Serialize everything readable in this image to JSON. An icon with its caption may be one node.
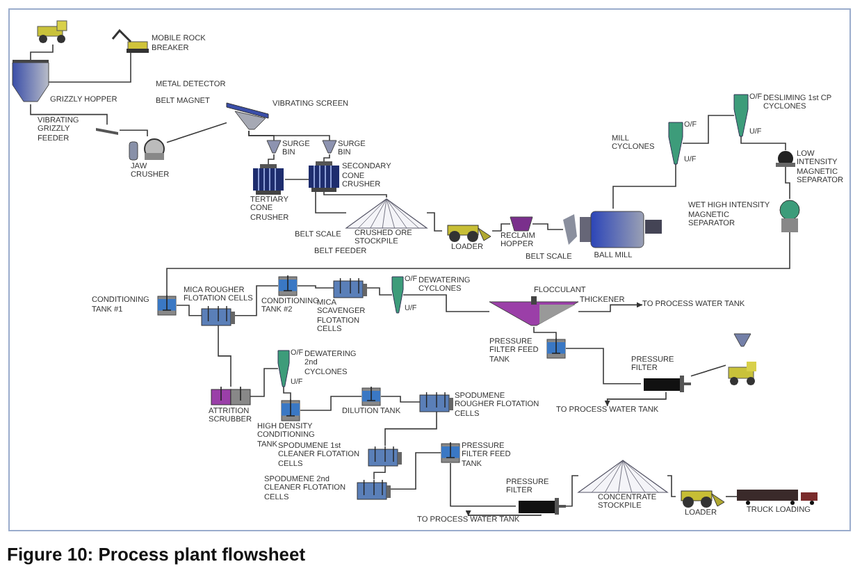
{
  "diagram": {
    "caption": "Figure 10: Process plant flowsheet",
    "nodes": [
      {
        "text": [],
        "shape": "picture"
      },
      {
        "text": [
          "MOBILE ROCK BREAKER"
        ]
      },
      {
        "text": [
          "GRIZZLY HOPPER"
        ]
      },
      {
        "text": [
          "VIBRATING GRIZZLY FEEDER"
        ]
      },
      {
        "text": [
          "JAW CRUSHER"
        ]
      },
      {
        "text": [
          "VIBRATING SCREEN"
        ]
      },
      {
        "text": [
          "SURGE BIN"
        ]
      },
      {
        "text": [
          "SURGE BIN"
        ]
      },
      {
        "text": [
          "TERTIARY CONE CRUSHER"
        ]
      },
      {
        "text": [
          "SECONDARY CONE CRUSHER"
        ]
      },
      {
        "text": [
          "CRUSHED ORE STOCKPILE"
        ]
      },
      {
        "text": [
          "LOADER"
        ]
      },
      {
        "text": [
          "RECLAIM HOPPER"
        ]
      },
      {
        "text": [
          "BALL MILL"
        ]
      },
      {
        "text": [
          "MILL CYCLONES"
        ],
        "beside": [
          "O/F",
          "U/F"
        ]
      },
      {
        "text": [
          "DESLIMING 1st CP CYCLONES"
        ],
        "beside": [
          "O/F",
          "U/F"
        ]
      },
      {
        "text": [
          "LOW INTENSITY MAGNETIC SEPARATOR"
        ]
      },
      {
        "text": [
          "WET HIGH INTENSITY MAGNETIC SEPARATOR"
        ]
      },
      {
        "text": [
          "CONDITIONING TANK #1"
        ]
      },
      {
        "text": [
          "MICA ROUGHER FLOTATION CELLS"
        ]
      },
      {
        "text": [
          "CONDITIONING TANK #2"
        ]
      },
      {
        "text": [
          "MICA SCAVENGER FLOTATION CELLS"
        ]
      },
      {
        "text": [
          "DEWATERING CYCLONES"
        ],
        "beside": [
          "O/F",
          "U/F"
        ]
      },
      {
        "text": [
          "THICKENER"
        ]
      },
      {
        "text": [
          "TO PROCESS WATER TANK"
        ]
      },
      {
        "text": [
          "PRESSURE FILTER FEED TANK"
        ]
      },
      {
        "text": [
          "PRESSURE FILTER"
        ]
      },
      {
        "text": [
          "TO PROCESS WATER TANK"
        ]
      },
      {
        "text": [],
        "shape": "picture"
      },
      {
        "text": [
          "ATTRITION SCRUBBER"
        ]
      },
      {
        "text": [
          "DEWATERING 2nd CYCLONES"
        ],
        "beside": [
          "O/F",
          "U/F"
        ]
      },
      {
        "text": [
          "HIGH DENSITY CONDITIONING TANK"
        ]
      },
      {
        "text": [
          "DILUTION TANK"
        ]
      },
      {
        "text": [
          "SPODUMENE ROUGHER FLOTATION CELLS"
        ]
      },
      {
        "text": [
          "SPODUMENE 1st CLEANER FLOTATION CELLS"
        ]
      },
      {
        "text": [
          "SPODUMENE 2nd CLEANER FLOTATION CELLS"
        ]
      },
      {
        "text": [
          "PRESSURE FILTER FEED TANK"
        ]
      },
      {
        "text": [
          "PRESSURE FILTER"
        ]
      },
      {
        "text": [
          "TO PROCESS WATER TANK"
        ]
      },
      {
        "text": [
          "CONCENTRATE STOCKPILE"
        ]
      },
      {
        "text": [
          "LOADER"
        ]
      },
      {
        "text": [
          "TRUCK LOADING"
        ]
      }
    ],
    "edges": [
      {
        "from": 0,
        "to": 2,
        "arrow": "none"
      },
      {
        "from": 1,
        "to": 2,
        "arrow": "none"
      },
      {
        "from": 2,
        "to": 3,
        "arrow": "none"
      },
      {
        "from": 3,
        "to": 4,
        "arrow": "none"
      },
      {
        "from": 4,
        "to": 5,
        "arrow": "none"
      },
      {
        "from": 5,
        "to": 6,
        "arrow": "none"
      },
      {
        "from": 5,
        "to": 7,
        "arrow": "none"
      },
      {
        "from": 6,
        "to": 8,
        "arrow": "none"
      },
      {
        "from": 7,
        "to": 9,
        "arrow": "none"
      },
      {
        "from": 8,
        "to": 10,
        "arrow": "none"
      },
      {
        "from": 9,
        "to": 10,
        "arrow": "none"
      },
      {
        "from": 10,
        "to": 11,
        "arrow": "none"
      },
      {
        "from": 11,
        "to": 12,
        "arrow": "none"
      },
      {
        "from": 12,
        "to": 13,
        "arrow": "none"
      },
      {
        "from": 13,
        "to": 14,
        "arrow": "none"
      },
      {
        "from": 14,
        "to": 15,
        "arrow": "none"
      },
      {
        "from": 15,
        "to": 16,
        "arrow": "none"
      },
      {
        "from": 16,
        "to": 17,
        "arrow": "none"
      },
      {
        "from": 17,
        "to": 18,
        "arrow": "none"
      },
      {
        "from": 18,
        "to": 19,
        "arrow": "none"
      },
      {
        "from": 19,
        "to": 20,
        "arrow": "none"
      },
      {
        "from": 20,
        "to": 21,
        "arrow": "none"
      },
      {
        "from": 21,
        "to": 22,
        "arrow": "none"
      },
      {
        "from": 22,
        "to": 23,
        "arrow": "none"
      },
      {
        "from": 23,
        "to": 24,
        "arrow": "to"
      },
      {
        "from": 23,
        "to": 25,
        "arrow": "none"
      },
      {
        "from": 25,
        "to": 26,
        "arrow": "none"
      },
      {
        "from": 26,
        "to": 27,
        "arrow": "to"
      },
      {
        "from": 26,
        "to": 28,
        "arrow": "none"
      },
      {
        "from": 19,
        "to": 29,
        "arrow": "none"
      },
      {
        "from": 29,
        "to": 30,
        "arrow": "none"
      },
      {
        "from": 30,
        "to": 31,
        "arrow": "none"
      },
      {
        "from": 31,
        "to": 32,
        "arrow": "none"
      },
      {
        "from": 32,
        "to": 33,
        "arrow": "none"
      },
      {
        "from": 33,
        "to": 34,
        "arrow": "none"
      },
      {
        "from": 34,
        "to": 35,
        "arrow": "none"
      },
      {
        "from": 35,
        "to": 36,
        "arrow": "none"
      },
      {
        "from": 36,
        "to": 37,
        "arrow": "none"
      },
      {
        "from": 37,
        "to": 38,
        "arrow": "to"
      },
      {
        "from": 37,
        "to": 39,
        "arrow": "none"
      },
      {
        "from": 39,
        "to": 40,
        "arrow": "none"
      },
      {
        "from": 40,
        "to": 41,
        "arrow": "none"
      }
    ],
    "labels": [
      "METAL DETECTOR",
      "BELT MAGNET",
      "BELT SCALE",
      "BELT FEEDER",
      "BELT SCALE",
      "FLOCCULANT"
    ]
  }
}
